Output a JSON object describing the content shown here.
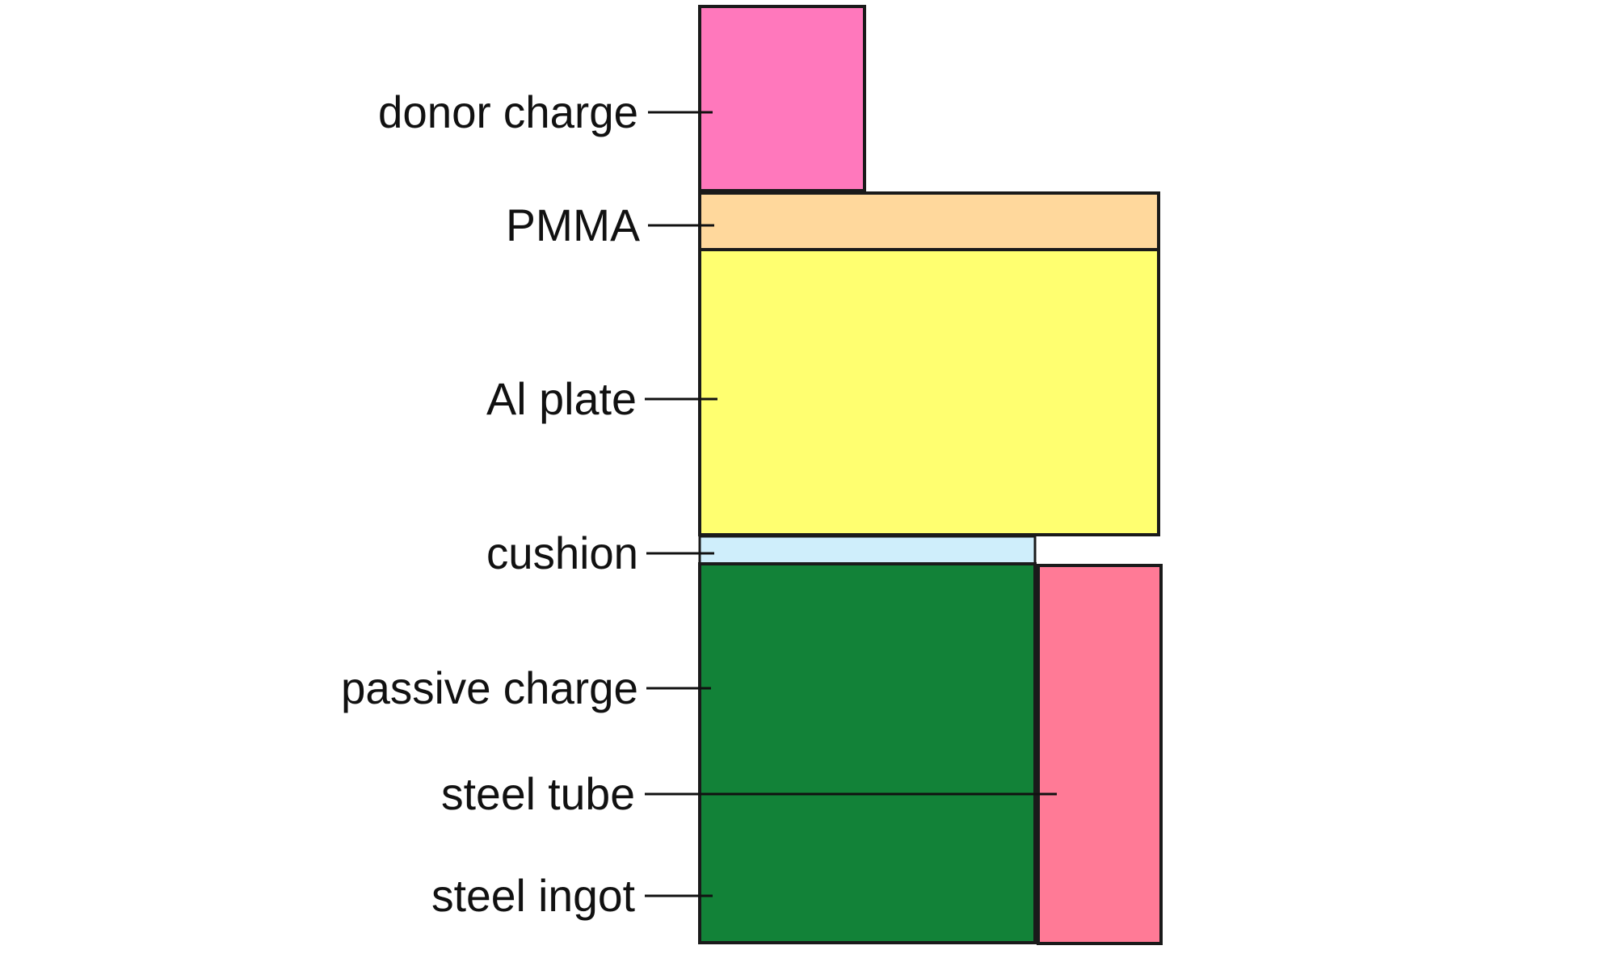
{
  "diagram": {
    "colors": {
      "donor_charge": "#ff78bc",
      "pmma": "#ffd89c",
      "al_plate": "#ffff70",
      "cushion": "#cfeefb",
      "passive_charge": "#128238",
      "steel_tube": "#ff7a96",
      "outline": "#1a1a1a"
    },
    "labels": {
      "donor_charge": "donor charge",
      "pmma": "PMMA",
      "al_plate": "Al plate",
      "cushion": "cushion",
      "passive_charge": "passive charge",
      "steel_tube": "steel tube",
      "steel_ingot": "steel ingot"
    }
  }
}
